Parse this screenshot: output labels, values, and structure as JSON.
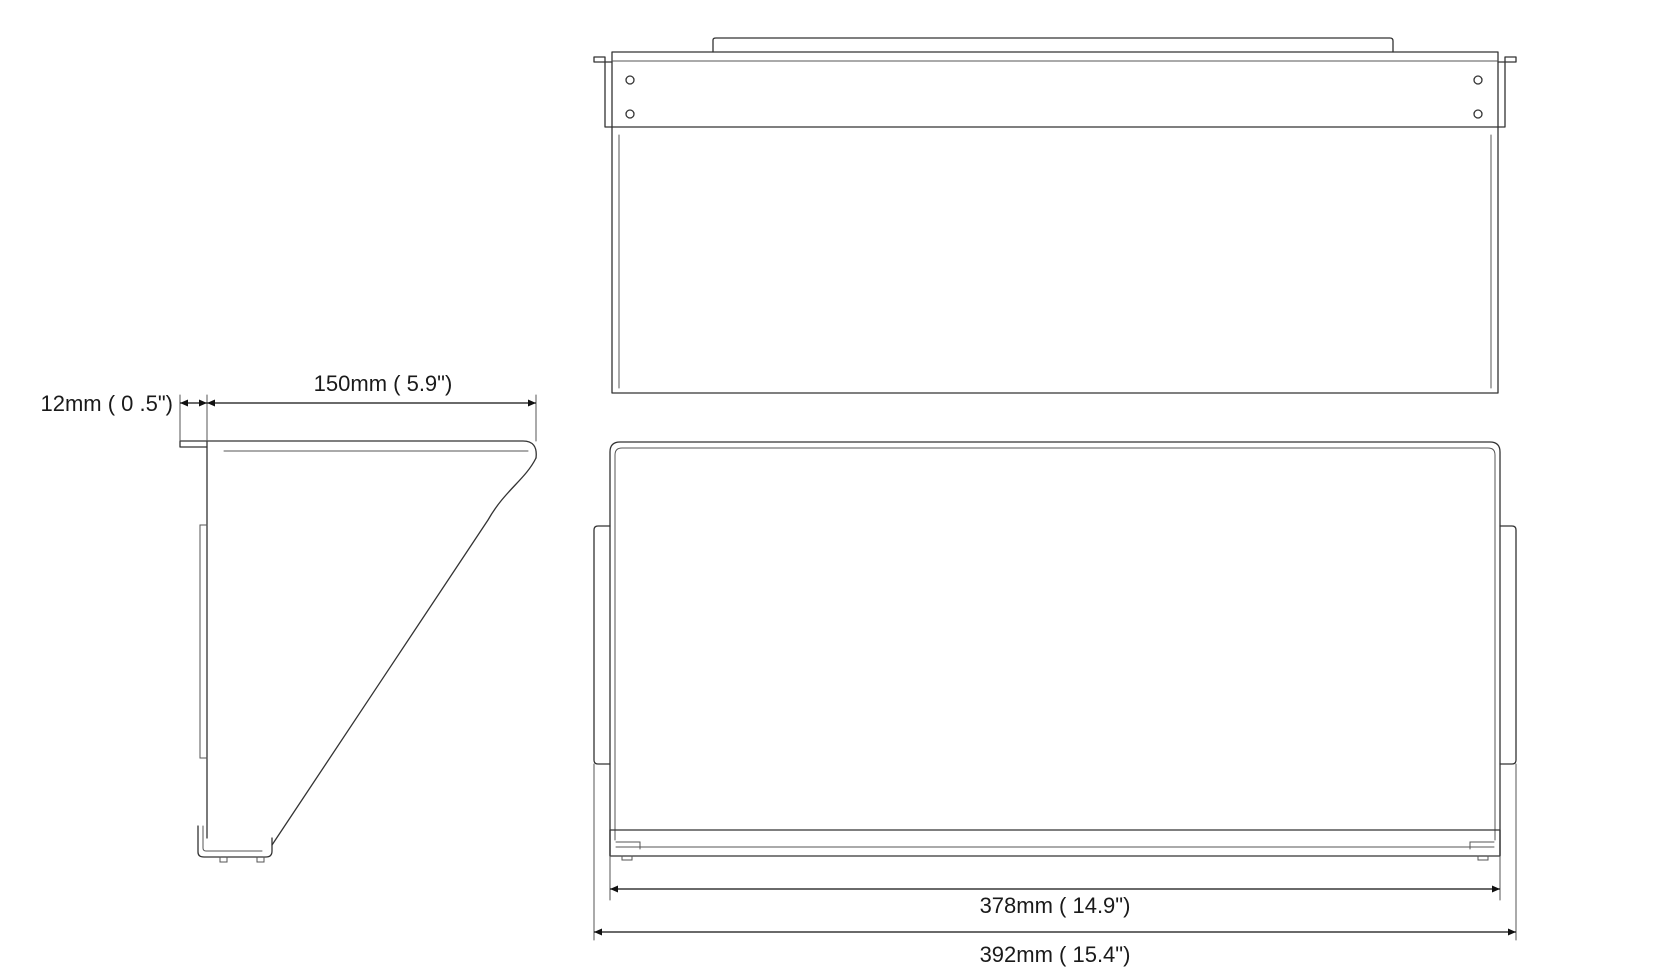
{
  "dimensions": {
    "flange_depth": "12mm ( 0 .5\")",
    "shelf_depth": "150mm ( 5.9\")",
    "inner_width": "378mm ( 14.9\")",
    "outer_width": "392mm ( 15.4\")"
  }
}
